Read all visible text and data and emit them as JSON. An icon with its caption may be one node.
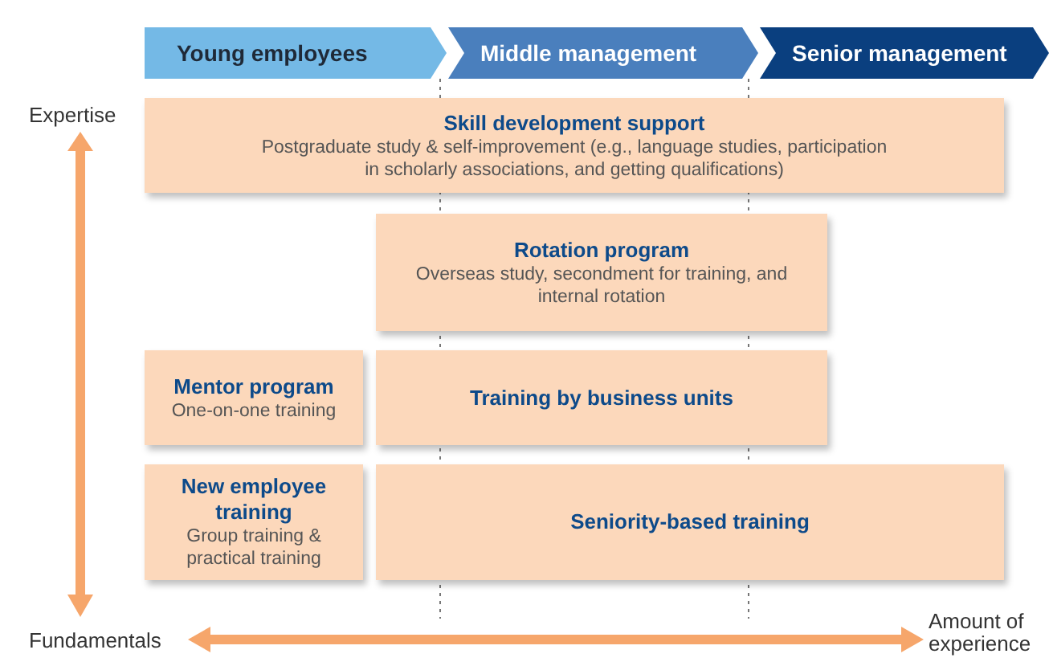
{
  "diagram": {
    "nodes": [
      {
        "text": [
          "Young employees"
        ]
      },
      {
        "text": [
          "Middle management"
        ]
      },
      {
        "text": [
          "Senior management"
        ]
      },
      {
        "text": [
          "Skill development support",
          "Postgraduate study & self-improvement (e.g., language studies, participation in scholarly associations, and getting qualifications)"
        ]
      },
      {
        "text": [
          "Rotation program",
          "Overseas study, secondment for training, and internal rotation"
        ]
      },
      {
        "text": [
          "Mentor program",
          "One-on-one training"
        ]
      },
      {
        "text": [
          "Training by business units"
        ]
      },
      {
        "text": [
          "New employee training",
          "Group training & practical training"
        ]
      },
      {
        "text": [
          "Seniority-based training"
        ]
      }
    ],
    "edges": [],
    "labels": [
      "Expertise",
      "Fundamentals",
      "Amount of experience"
    ]
  }
}
